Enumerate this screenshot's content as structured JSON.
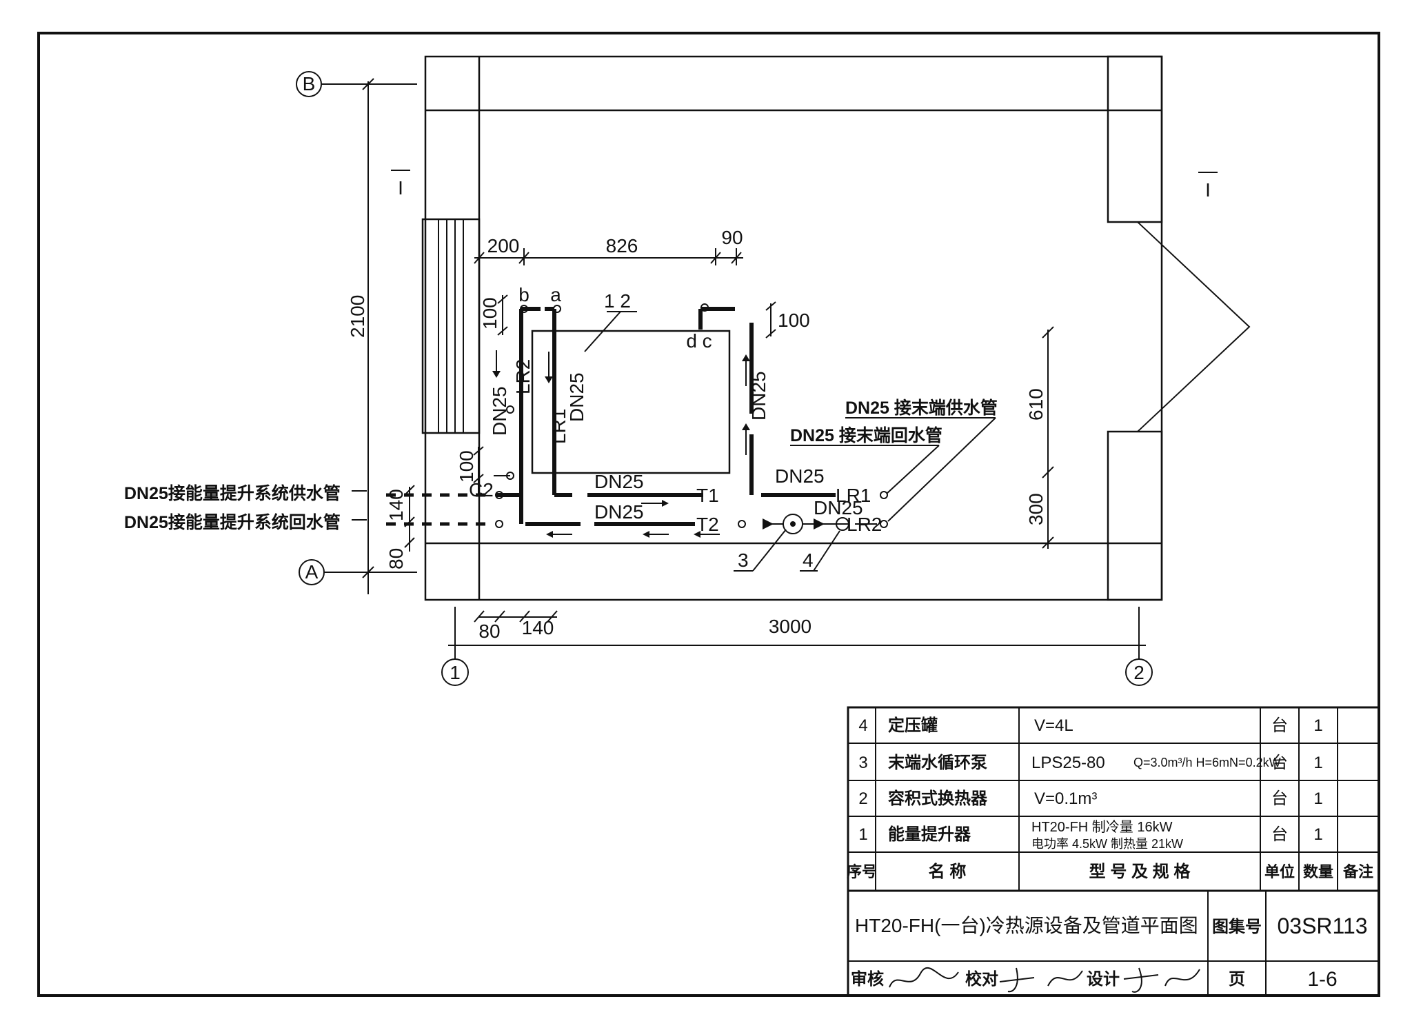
{
  "grid": {
    "A": "A",
    "B": "B",
    "c1": "1",
    "c2": "2"
  },
  "section_mark": "I",
  "dims": {
    "d2100": "2100",
    "d200": "200",
    "d826": "826",
    "d90": "90",
    "d100a": "100",
    "d100b": "100",
    "d100c": "100",
    "d610": "610",
    "d300": "300",
    "d140v": "140",
    "d80v": "80",
    "d80h": "80",
    "d140h": "140",
    "d3000": "3000"
  },
  "labels": {
    "b": "b",
    "a": "a",
    "dc": "d c",
    "item12": "1 2",
    "LR2": "LR2",
    "LR1": "LR1",
    "DN25": "DN25",
    "T1": "T1",
    "T2": "T2",
    "C2": "C2",
    "LR1_out": "LR1",
    "LR2_out": "LR2",
    "term_supply": "DN25 接末端供水管",
    "term_return": "DN25 接末端回水管",
    "sys_supply": "DN25接能量提升系统供水管",
    "sys_return": "DN25接能量提升系统回水管",
    "item3": "3",
    "item4": "4"
  },
  "table": {
    "rows": [
      {
        "no": "4",
        "name": "定压罐",
        "spec": "V=4L",
        "spec2": "",
        "unit": "台",
        "qty": "1"
      },
      {
        "no": "3",
        "name": "末端水循环泵",
        "spec": "LPS25-80",
        "spec2": "Q=3.0m³/h H=6mN=0.2kW",
        "unit": "台",
        "qty": "1"
      },
      {
        "no": "2",
        "name": "容积式换热器",
        "spec": "V=0.1m³",
        "spec2": "",
        "unit": "台",
        "qty": "1"
      },
      {
        "no": "1",
        "name": "能量提升器",
        "spec": "HT20-FH 制冷量 16kW",
        "spec2": "电功率 4.5kW 制热量 21kW",
        "unit": "台",
        "qty": "1"
      }
    ],
    "header": {
      "no": "序号",
      "name": "名 称",
      "spec": "型 号 及 规 格",
      "unit": "单位",
      "qty": "数量",
      "note": "备注"
    },
    "title": "HT20-FH(一台)冷热源设备及管道平面图",
    "atlas_label": "图集号",
    "atlas_no": "03SR113",
    "review": "审核",
    "check": "校对",
    "design": "设计",
    "page_label": "页",
    "page_no": "1-6"
  }
}
